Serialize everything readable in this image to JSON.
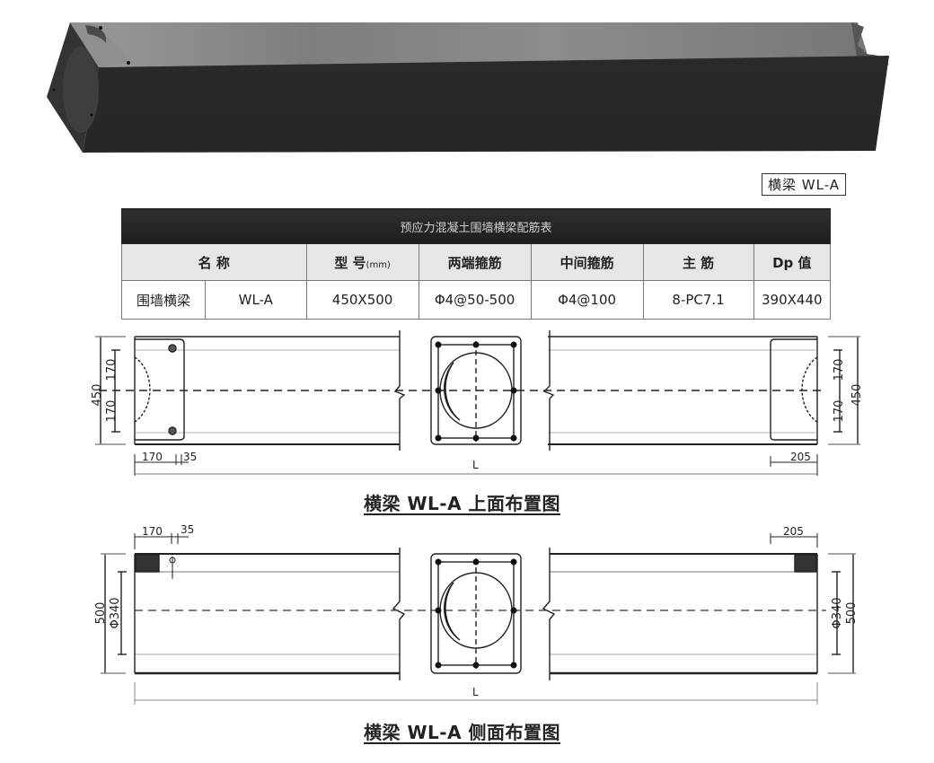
{
  "product_render": {
    "label": "横梁 WL-A",
    "colors": {
      "top_face": "#8a8a8a",
      "side_face": "#2b2b2b",
      "end_face": "#333333"
    }
  },
  "spec_table": {
    "title": "预应力混凝土围墙横梁配筋表",
    "headers": {
      "name": "名 称",
      "model": "型 号",
      "model_unit": "(mm)",
      "end_stirrup": "两端箍筋",
      "mid_stirrup": "中间箍筋",
      "main_bar": "主 筋",
      "dp": "Dp 值"
    },
    "row": {
      "name_cn": "围墙横梁",
      "code": "WL-A",
      "model": "450X500",
      "end_stirrup": "Φ4@50-500",
      "mid_stirrup": "Φ4@100",
      "main_bar": "8-PC7.1",
      "dp": "390X440"
    }
  },
  "top_view": {
    "caption": "横梁 WL-A 上面布置图",
    "dims": {
      "height_total": "450",
      "upper_half": "170",
      "lower_half": "170",
      "left_end_len": "170",
      "left_gap": "35",
      "right_end_len": "205",
      "length": "L"
    }
  },
  "side_view": {
    "caption": "横梁 WL-A 侧面布置图",
    "dims": {
      "height_total": "500",
      "hole_diameter": "Φ340",
      "left_end_len": "170",
      "left_gap": "35",
      "right_end_len": "205",
      "length": "L"
    }
  }
}
